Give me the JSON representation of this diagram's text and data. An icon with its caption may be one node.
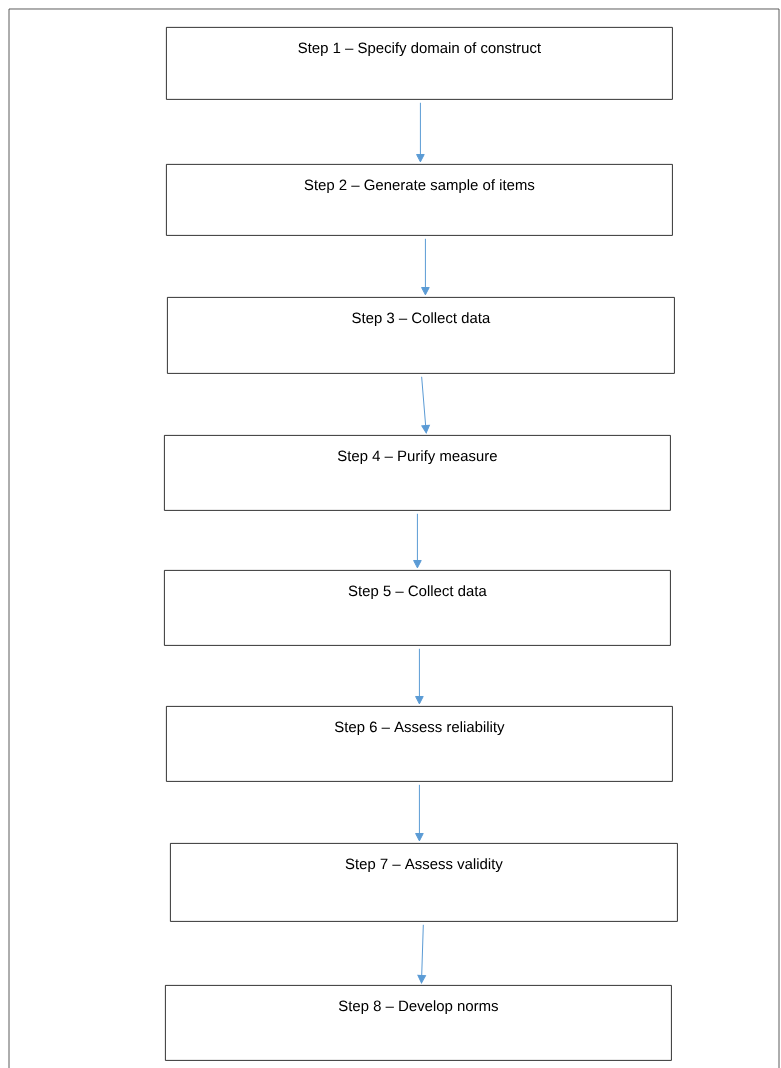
{
  "diagram": {
    "nodes": [
      {
        "text": [
          "Step 1 – Specify domain of construct"
        ]
      },
      {
        "text": [
          "Step 2 –  Generate sample of items"
        ]
      },
      {
        "text": [
          "Step 3 – Collect data"
        ]
      },
      {
        "text": [
          "Step 4 – Purify measure"
        ]
      },
      {
        "text": [
          "Step 5 – Collect data"
        ]
      },
      {
        "text": [
          "Step 6 – Assess reliability"
        ]
      },
      {
        "text": [
          "Step 7 – Assess validity"
        ]
      },
      {
        "text": [
          "Step 8 – Develop norms"
        ]
      }
    ],
    "edges": [
      {
        "from": 0,
        "to": 1,
        "arrow": "to"
      },
      {
        "from": 1,
        "to": 2,
        "arrow": "to"
      },
      {
        "from": 2,
        "to": 3,
        "arrow": "to"
      },
      {
        "from": 3,
        "to": 4,
        "arrow": "to"
      },
      {
        "from": 4,
        "to": 5,
        "arrow": "to"
      },
      {
        "from": 5,
        "to": 6,
        "arrow": "to"
      },
      {
        "from": 6,
        "to": 7,
        "arrow": "to"
      }
    ]
  }
}
